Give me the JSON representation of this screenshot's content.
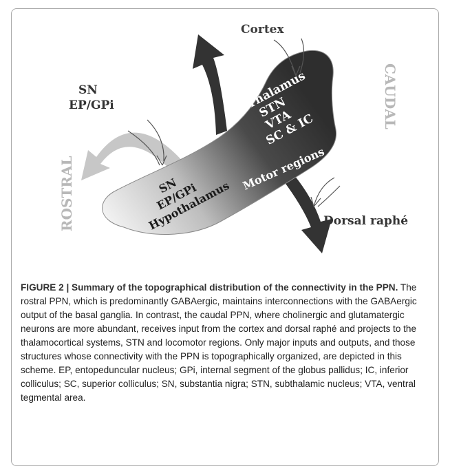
{
  "diagram": {
    "label_cortex": "Cortex",
    "label_caudal": "CAUDAL",
    "label_rostral": "ROSTRAL",
    "label_input_sn": "SN",
    "label_input_epgpi": "EP/GPi",
    "label_dorsal_raphe": "Dorsal raphé",
    "caudal_targets": [
      "Thalamus",
      "STN",
      "VTA",
      "SC & IC"
    ],
    "label_motor": "Motor regions",
    "rostral_targets": [
      "SN",
      "EP/GPi",
      "Hypothalamus"
    ]
  },
  "caption": {
    "figure_title": "FIGURE 2 | Summary of the topographical distribution of the connectivity in the PPN.",
    "body": "The rostral PPN, which is predominantly GABAergic, maintains interconnections with the GABAergic output of the basal ganglia. In contrast, the caudal PPN, where cholinergic and glutamatergic neurons are more abundant, receives input from the cortex and dorsal raphé and projects to the thalamocortical systems, STN and locomotor regions. Only major inputs and outputs, and those structures whose connectivity with the PPN is topographically organized, are depicted in this scheme. EP, entopeduncular nucleus; GPi, internal segment of the globus pallidus; IC, inferior colliculus; SC, superior colliculus; SN, substantia nigra; STN, subthalamic nucleus; VTA, ventral tegmental area."
  }
}
